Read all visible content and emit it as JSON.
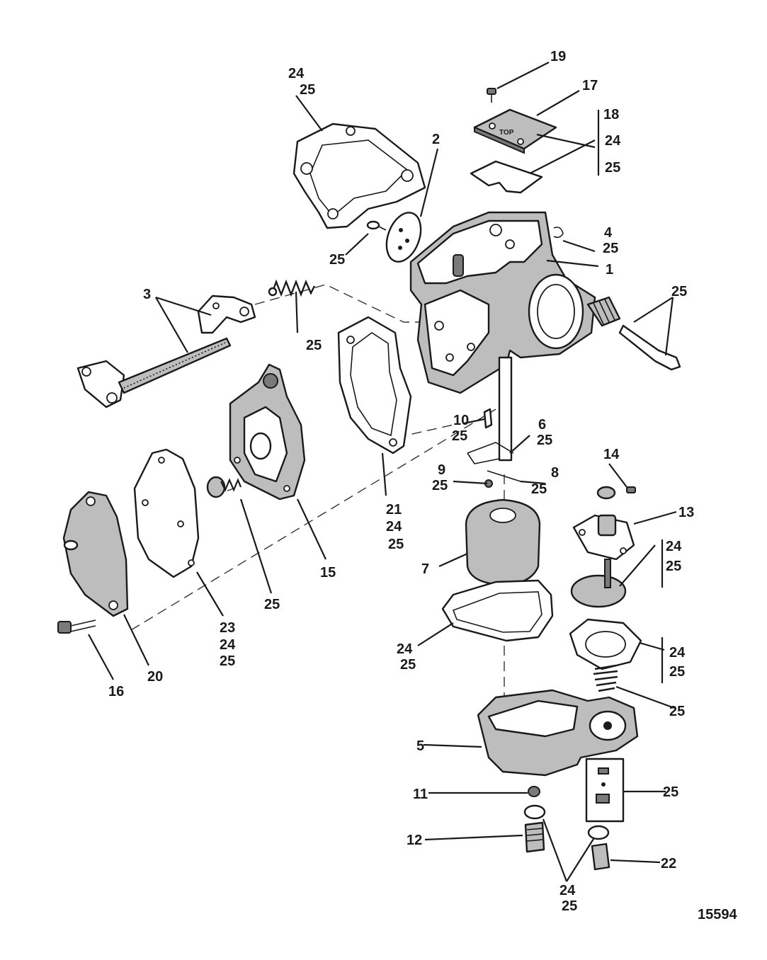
{
  "figure_number": "15594",
  "callouts": {
    "c1": "1",
    "c2": "2",
    "c3": "3",
    "c4": [
      "4",
      "25"
    ],
    "c5": "5",
    "c6": [
      "6",
      "25"
    ],
    "c7": "7",
    "c8": [
      "8",
      "25"
    ],
    "c9": [
      "9",
      "25"
    ],
    "c10": [
      "10",
      "25"
    ],
    "c11": "11",
    "c12": "12",
    "c13": "13",
    "c14": "14",
    "c15": "15",
    "c16": "16",
    "c17": "17",
    "c18": "18",
    "c19": "19",
    "c20": "20",
    "c21": [
      "21",
      "24",
      "25"
    ],
    "c22": "22",
    "c23": [
      "23",
      "24",
      "25"
    ],
    "c_gasket_top": [
      "24",
      "25"
    ],
    "c_plate_bracket": [
      "24",
      "25"
    ],
    "c_screw25": "25",
    "c_spring3": "25",
    "c_needle": "25",
    "c_check": "25",
    "c_diaph": [
      "24",
      "25"
    ],
    "c_gasket_pump": [
      "24",
      "25"
    ],
    "c_spring_pump": "25",
    "c_bowl_gasket": [
      "24",
      "25"
    ],
    "c_kit": "25",
    "c_washers": [
      "24",
      "25"
    ]
  },
  "top_plate_text": "TOP"
}
